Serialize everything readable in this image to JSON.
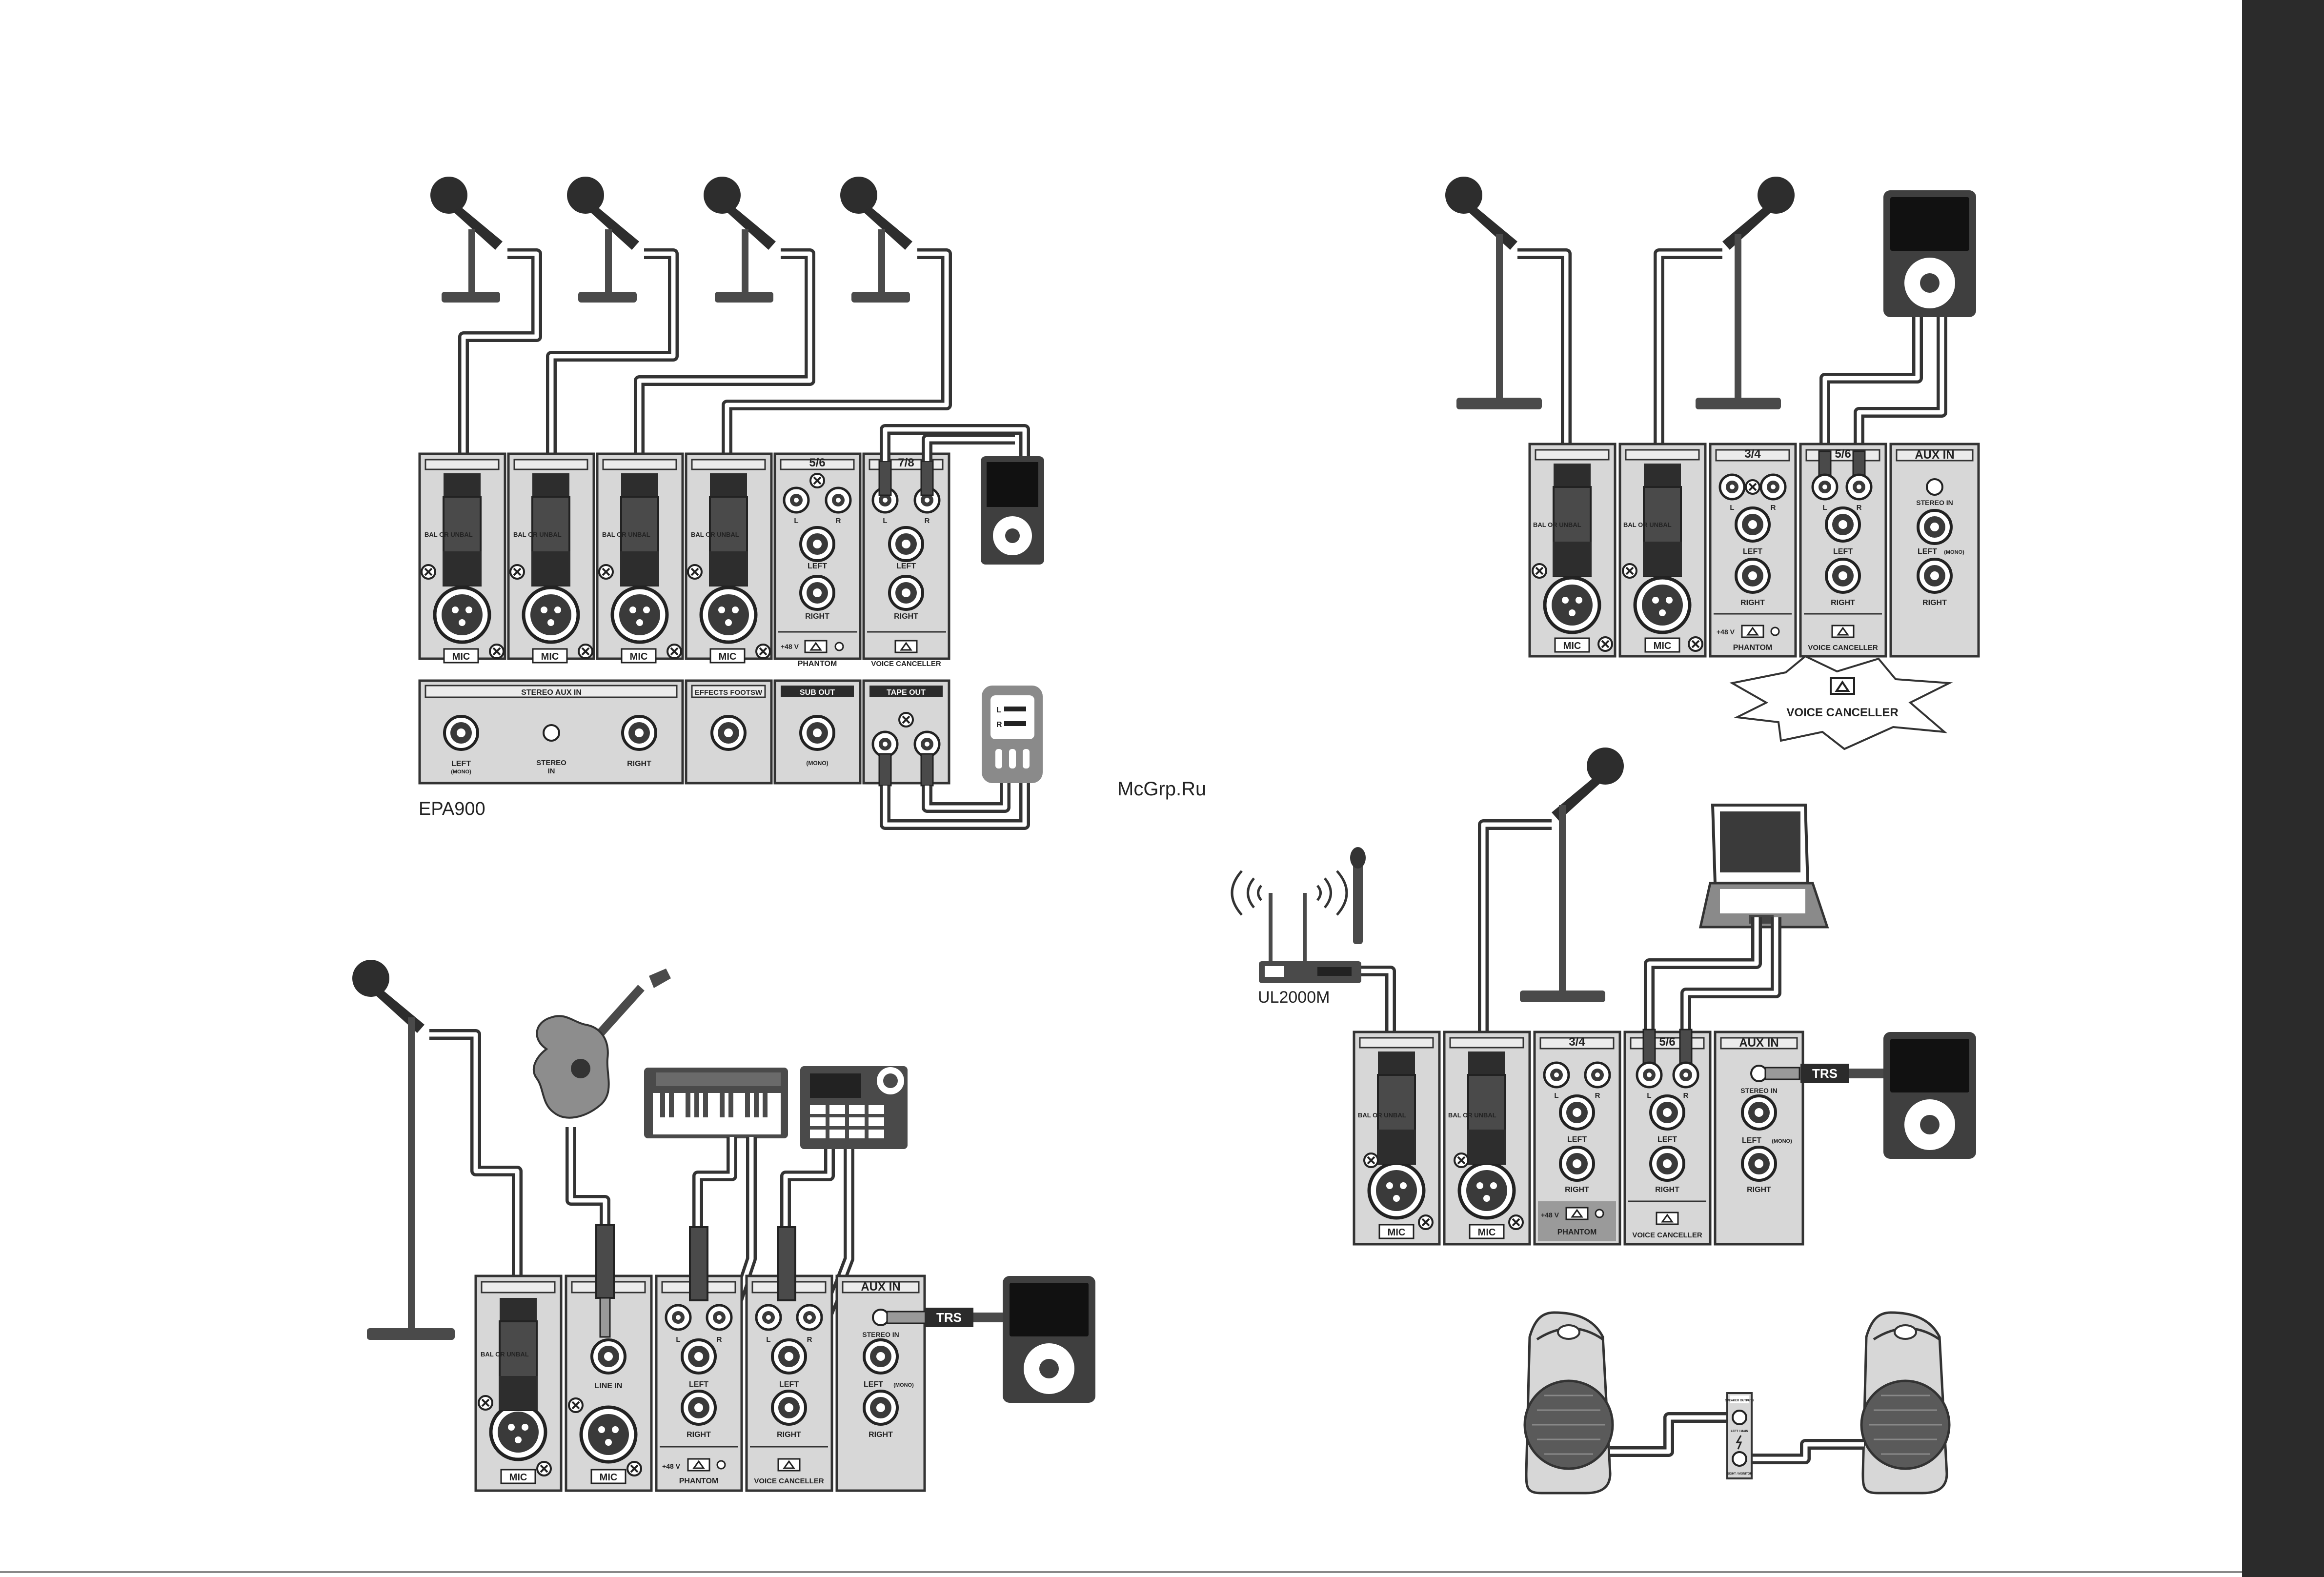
{
  "watermark": "McGrp.Ru",
  "colors": {
    "panel": "#d7d7d7",
    "dark": "#4a4a4a",
    "sidebar": "#2b2b2b"
  },
  "setup1": {
    "model_label": "EPA900",
    "channels": [
      {
        "sub": "BAL OR UNBAL",
        "label": "MIC"
      },
      {
        "sub": "BAL OR UNBAL",
        "label": "MIC"
      },
      {
        "sub": "BAL OR UNBAL",
        "label": "MIC"
      },
      {
        "sub": "BAL OR UNBAL",
        "label": "MIC"
      }
    ],
    "ch56": {
      "title": "5/6",
      "l": "L",
      "r": "R",
      "left": "LEFT",
      "right": "RIGHT",
      "phantom_value": "+48 V",
      "phantom": "PHANTOM"
    },
    "ch78": {
      "title": "7/8",
      "l": "L",
      "r": "R",
      "left": "LEFT",
      "right": "RIGHT",
      "canceller": "VOICE CANCELLER"
    },
    "bottom": {
      "stereo_aux_in": "STEREO AUX IN",
      "left_mono_a": "LEFT",
      "left_mono_b": "(MONO)",
      "stereo_in_a": "STEREO",
      "stereo_in_b": "IN",
      "right": "RIGHT",
      "effects": "EFFECTS FOOTSW",
      "sub_out": "SUB OUT",
      "mono": "(MONO)",
      "tape_out": "TAPE OUT"
    },
    "recorder": {
      "l": "L",
      "r": "R"
    }
  },
  "setup2": {
    "channels": [
      {
        "sub": "BAL OR UNBAL",
        "label": "MIC"
      },
      {
        "sub": "BAL OR UNBAL",
        "label": "MIC"
      }
    ],
    "ch34": {
      "title": "3/4",
      "l": "L",
      "r": "R",
      "left": "LEFT",
      "right": "RIGHT",
      "phantom_value": "+48 V",
      "phantom": "PHANTOM"
    },
    "ch56": {
      "title": "5/6",
      "l": "L",
      "r": "R",
      "left": "LEFT",
      "right": "RIGHT",
      "canceller": "VOICE CANCELLER"
    },
    "aux": {
      "title": "AUX IN",
      "stereo_in": "STEREO IN",
      "left": "LEFT",
      "mono": "(MONO)",
      "right": "RIGHT"
    },
    "burst_label": "VOICE CANCELLER"
  },
  "setup3": {
    "channels": [
      {
        "sub": "BAL OR UNBAL",
        "label": "MIC"
      },
      {
        "label_line": "LINE IN",
        "label": "MIC"
      }
    ],
    "ch34": {
      "l": "L",
      "r": "R",
      "left": "LEFT",
      "right": "RIGHT",
      "phantom_value": "+48 V",
      "phantom": "PHANTOM"
    },
    "ch56": {
      "l": "L",
      "r": "R",
      "left": "LEFT",
      "right": "RIGHT",
      "canceller": "VOICE CANCELLER"
    },
    "aux": {
      "title": "AUX IN",
      "stereo_in": "STEREO IN",
      "left": "LEFT",
      "mono": "(MONO)",
      "right": "RIGHT"
    },
    "trs": "TRS"
  },
  "setup4": {
    "wireless_label": "UL2000M",
    "channels": [
      {
        "sub": "BAL OR UNBAL",
        "label": "MIC"
      },
      {
        "sub": "BAL OR UNBAL",
        "label": "MIC"
      }
    ],
    "ch34": {
      "title": "3/4",
      "l": "L",
      "r": "R",
      "left": "LEFT",
      "right": "RIGHT",
      "phantom_value": "+48 V",
      "phantom": "PHANTOM"
    },
    "ch56": {
      "title": "5/6",
      "l": "L",
      "r": "R",
      "left": "LEFT",
      "right": "RIGHT",
      "canceller": "VOICE CANCELLER"
    },
    "aux": {
      "title": "AUX IN",
      "stereo_in": "STEREO IN",
      "left": "LEFT",
      "mono": "(MONO)",
      "right": "RIGHT"
    },
    "trs": "TRS"
  },
  "setup5": {
    "panel_title": "SPEAKER OUTPUTS",
    "left_label": "LEFT / MAIN",
    "right_label": "RIGHT / MONITOR"
  }
}
